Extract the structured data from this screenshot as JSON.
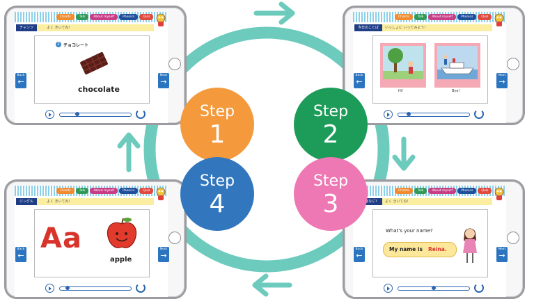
{
  "tabs": [
    "Chants",
    "Talk",
    "About myself",
    "Phonics",
    "Quiz"
  ],
  "colors": {
    "cycle": "#6ccbbd",
    "step1": "#f49a3d",
    "step2": "#1d9c59",
    "step3": "#ee78b4",
    "step4": "#3277be",
    "tab1": "#f28a2f",
    "tab2": "#2f9a57",
    "tab3": "#c83d86",
    "tab4": "#1f4f9a",
    "tab5": "#e04a3e"
  },
  "steps": [
    {
      "word": "Step",
      "num": "1"
    },
    {
      "word": "Step",
      "num": "2"
    },
    {
      "word": "Step",
      "num": "3"
    },
    {
      "word": "Step",
      "num": "4"
    }
  ],
  "nav": {
    "back": "Back",
    "next": "Next"
  },
  "screens": {
    "s1": {
      "section": "チャンツ",
      "instruction": "よく きいてね！",
      "number": "2",
      "heading": "チョコレート",
      "word": "chocolate"
    },
    "s2": {
      "section": "今日のことば",
      "instruction": "いっしょに いってみよう！",
      "caption1": "Hi!",
      "caption2": "Bye!"
    },
    "s3": {
      "section": "名前はなに？",
      "instruction": "よく きいてね！",
      "question": "What's your name?",
      "answer_prefix": "My name is",
      "answer_name": "Reina."
    },
    "s4": {
      "section": "ジングル",
      "instruction": "よく きいてね！",
      "letters": "Aa",
      "word": "apple"
    }
  }
}
